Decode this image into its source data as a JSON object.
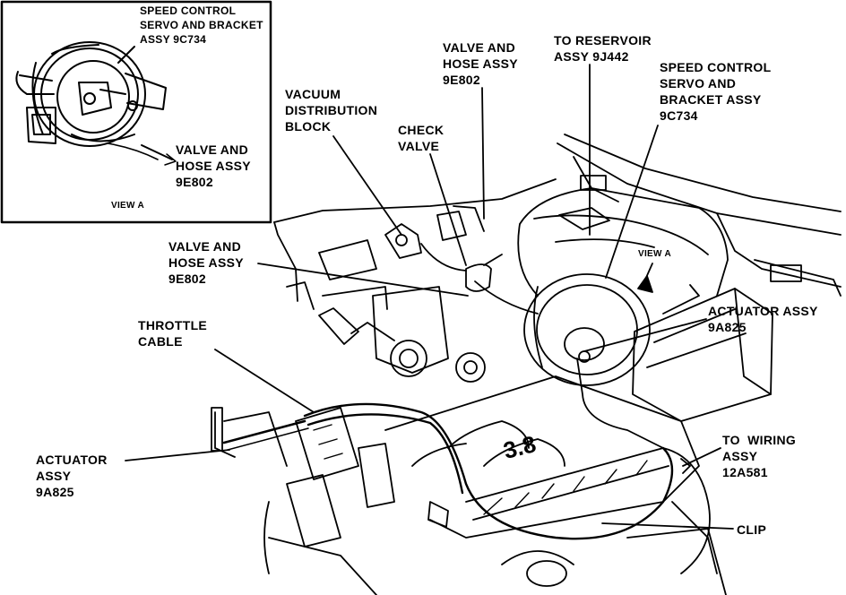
{
  "inset": {
    "servo_top": "SPEED CONTROL\nSERVO AND BRACKET\nASSY 9C734",
    "valve_hose": "VALVE AND\nHOSE ASSY\n9E802",
    "view_label": "VIEW A"
  },
  "labels": {
    "valve_hose_top": "VALVE AND\nHOSE ASSY\n9E802",
    "reservoir": "TO RESERVOIR\nASSY 9J442",
    "servo_right": "SPEED CONTROL\nSERVO AND\nBRACKET ASSY\n9C734",
    "vacuum_block": "VACUUM\nDISTRIBUTION\nBLOCK",
    "check_valve": "CHECK\nVALVE",
    "valve_hose_left": "VALVE AND\nHOSE ASSY\n9E802",
    "view_a": "VIEW A",
    "actuator_right": "ACTUATOR ASSY\n9A825",
    "throttle_cable": "THROTTLE\nCABLE",
    "actuator_left": "ACTUATOR\nASSY\n9A825",
    "wiring": "TO  WIRING\nASSY\n12A581",
    "clip": "CLIP",
    "engine_mark": "3.8"
  }
}
